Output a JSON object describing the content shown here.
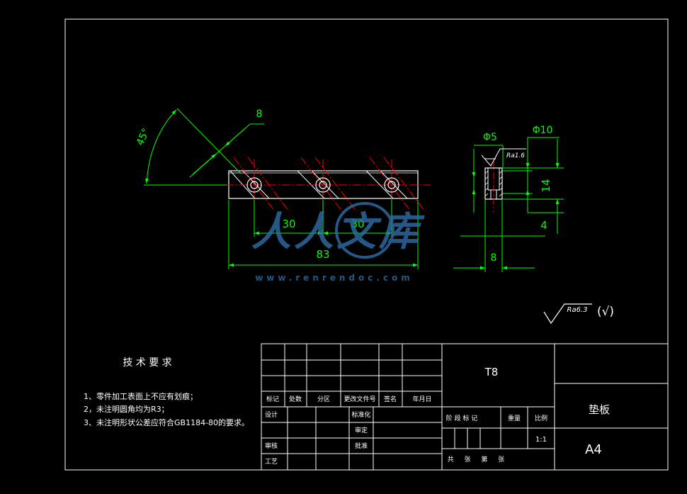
{
  "colors": {
    "background": "#000000",
    "frame": "#ffffff",
    "part_outline": "#ffffff",
    "dimension": "#00ff00",
    "center_line": "#ff0000",
    "watermark": "#2f6fa8"
  },
  "front_view": {
    "angle_dim": "45°",
    "slot_width_dim": "8",
    "spacing_dim_1": "30",
    "spacing_dim_2": "30",
    "length_dim": "83",
    "hole_count": 3
  },
  "side_view": {
    "small_dia_dim": "Φ5",
    "large_dia_dim": "Φ10",
    "height_dim": "14",
    "depth_dim": "4",
    "width_dim": "8",
    "surface_roughness": "Ra1.6"
  },
  "general_roughness": {
    "label": "Ra6.3",
    "suffix": "(√)"
  },
  "watermark": {
    "text": "人人文库",
    "url": "www.renrendoc.com"
  },
  "tech_requirements": {
    "title": "技 术 要 求",
    "items": [
      "1、零件加工表面上不应有划痕；",
      "2，未注明圆角均为R3；",
      "3、未注明形状公差应符合GB1184-80的要求。"
    ]
  },
  "title_block": {
    "material": "T8",
    "part_name": "垫板",
    "sheet_size": "A4",
    "scale_label": "比例",
    "scale": "1:1",
    "weight_label": "重量",
    "stage_mark": "阶 段 标 记",
    "sheets": "共 张 第 张",
    "revision_headers": [
      "标记",
      "处数",
      "分区",
      "更改文件号",
      "签名",
      "年月日"
    ],
    "signoff": {
      "design": "设计",
      "standardize": "标准化",
      "check": "审核",
      "process": "工艺",
      "review": "审定",
      "approve": "批准"
    }
  }
}
